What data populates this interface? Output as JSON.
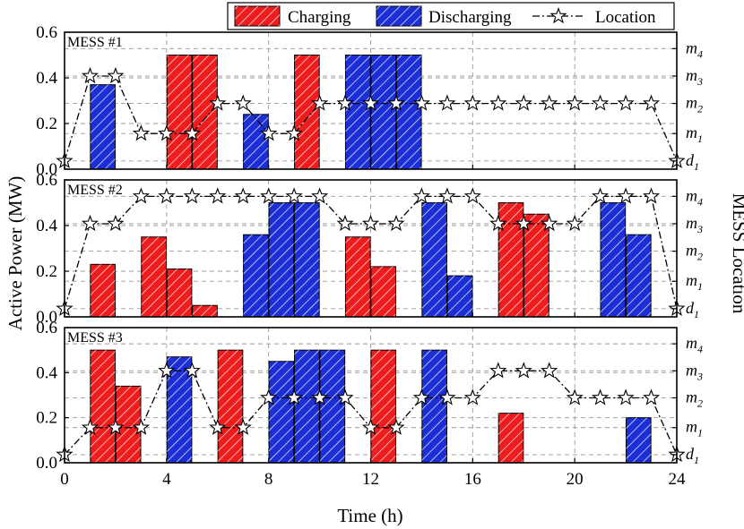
{
  "colors": {
    "charging": "#ee1c1c",
    "discharging": "#1c2fd6",
    "grid": "#999999",
    "axis": "#000000"
  },
  "legend": {
    "charging": "Charging",
    "discharging": "Discharging",
    "location": "Location"
  },
  "axes": {
    "xlabel": "Time (h)",
    "ylabel": "Active Power (MW)",
    "y2label": "MESS Location",
    "x_ticks": [
      "0",
      "4",
      "8",
      "12",
      "16",
      "20",
      "24"
    ],
    "y_ticks": [
      "0.0",
      "0.2",
      "0.4",
      "0.6"
    ],
    "location_labels": [
      {
        "main": "d",
        "sub": "1"
      },
      {
        "main": "m",
        "sub": "1"
      },
      {
        "main": "m",
        "sub": "2"
      },
      {
        "main": "m",
        "sub": "3"
      },
      {
        "main": "m",
        "sub": "4"
      }
    ]
  },
  "chart_data": [
    {
      "type": "bar",
      "title": "MESS #1",
      "xlim": [
        0,
        24
      ],
      "ylim": [
        0,
        0.6
      ],
      "grid": true,
      "charging": [
        [
          4,
          0.5
        ],
        [
          5,
          0.5
        ],
        [
          9,
          0.5
        ]
      ],
      "discharging": [
        [
          1,
          0.37
        ],
        [
          7,
          0.24
        ],
        [
          11,
          0.5
        ],
        [
          12,
          0.5
        ],
        [
          13,
          0.5
        ]
      ],
      "location": [
        0,
        3,
        3,
        1,
        1,
        1,
        2,
        2,
        1,
        1,
        2,
        2,
        2,
        2,
        2,
        2,
        2,
        2,
        2,
        2,
        2,
        2,
        2,
        2,
        0
      ]
    },
    {
      "type": "bar",
      "title": "MESS #2",
      "xlim": [
        0,
        24
      ],
      "ylim": [
        0,
        0.6
      ],
      "grid": true,
      "charging": [
        [
          1,
          0.23
        ],
        [
          3,
          0.35
        ],
        [
          4,
          0.21
        ],
        [
          5,
          0.05
        ],
        [
          11,
          0.35
        ],
        [
          12,
          0.22
        ],
        [
          17,
          0.5
        ],
        [
          18,
          0.45
        ]
      ],
      "discharging": [
        [
          7,
          0.36
        ],
        [
          8,
          0.5
        ],
        [
          9,
          0.5
        ],
        [
          14,
          0.5
        ],
        [
          15,
          0.18
        ],
        [
          21,
          0.5
        ],
        [
          22,
          0.36
        ]
      ],
      "location": [
        0,
        3,
        3,
        4,
        4,
        4,
        4,
        4,
        4,
        4,
        4,
        3,
        3,
        3,
        4,
        4,
        4,
        3,
        3,
        3,
        3,
        4,
        4,
        4,
        0
      ]
    },
    {
      "type": "bar",
      "title": "MESS #3",
      "xlim": [
        0,
        24
      ],
      "ylim": [
        0,
        0.6
      ],
      "grid": true,
      "charging": [
        [
          1,
          0.5
        ],
        [
          2,
          0.34
        ],
        [
          6,
          0.5
        ],
        [
          12,
          0.5
        ],
        [
          17,
          0.22
        ]
      ],
      "discharging": [
        [
          4,
          0.47
        ],
        [
          8,
          0.45
        ],
        [
          9,
          0.5
        ],
        [
          10,
          0.5
        ],
        [
          14,
          0.5
        ],
        [
          22,
          0.2
        ]
      ],
      "location": [
        0,
        1,
        1,
        1,
        3,
        3,
        1,
        1,
        2,
        2,
        2,
        2,
        1,
        1,
        2,
        2,
        2,
        3,
        3,
        3,
        2,
        2,
        2,
        2,
        0
      ]
    }
  ]
}
